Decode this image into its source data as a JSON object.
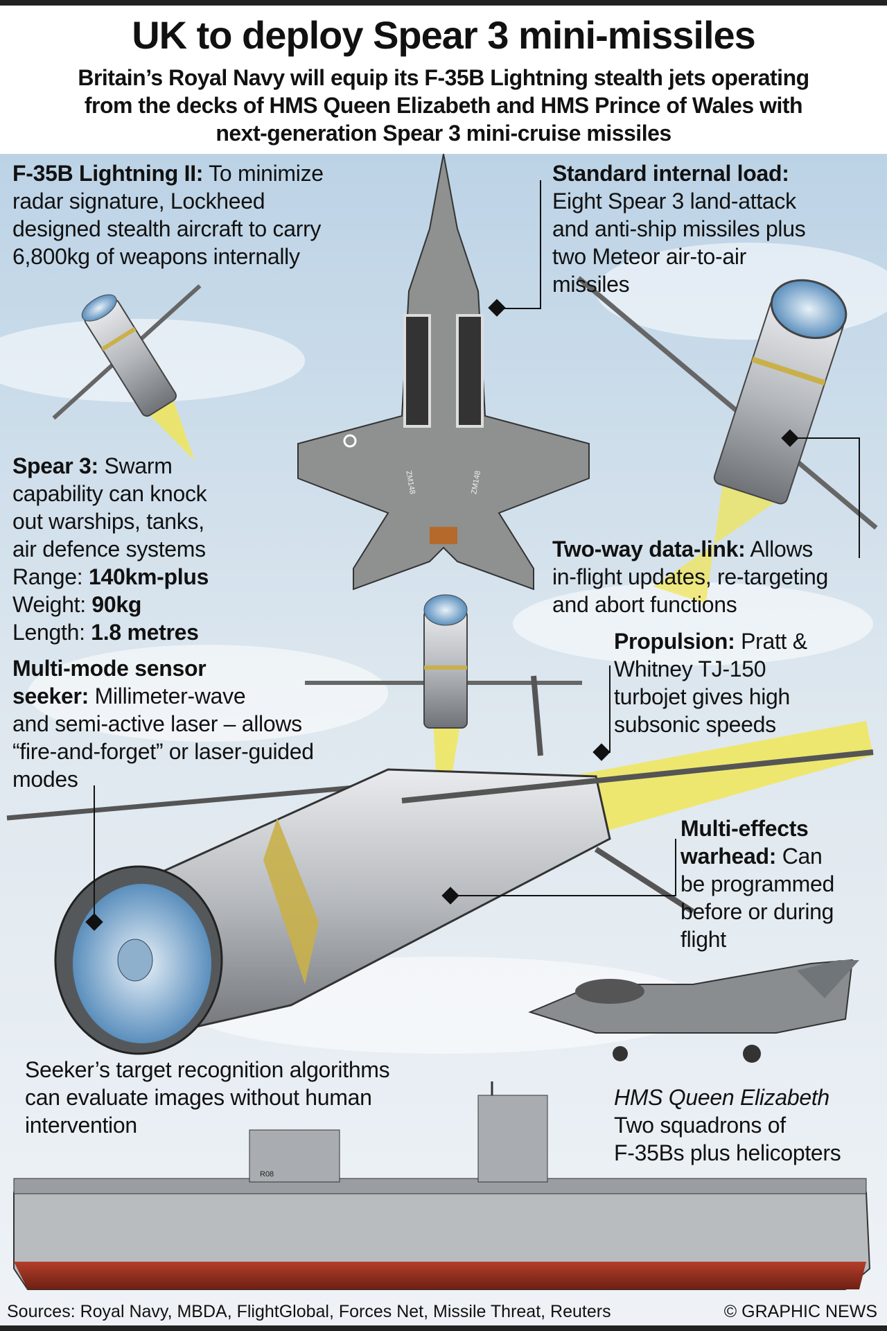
{
  "header": {
    "title": "UK to deploy Spear 3 mini-missiles",
    "subtitle_lines": [
      "Britain’s Royal Navy will equip its F-35B Lightning stealth jets operating",
      "from the decks of HMS Queen Elizabeth and HMS Prince of Wales with",
      "next-generation Spear 3 mini-cruise missiles"
    ]
  },
  "annotations": {
    "f35": {
      "label": "F-35B Lightning II:",
      "text": [
        "To minimize",
        "radar signature, Lockheed",
        "designed stealth aircraft to carry",
        "6,800kg of weapons internally"
      ]
    },
    "load": {
      "label": "Standard internal load:",
      "text": [
        "Eight Spear 3 land-attack",
        "and anti-ship missiles plus",
        "two Meteor air-to-air",
        "missiles"
      ]
    },
    "spear": {
      "label": "Spear 3:",
      "text": [
        "Swarm",
        "capability can knock",
        "out warships, tanks,",
        "air defence systems"
      ],
      "specs": [
        {
          "label": "Range:",
          "value": "140km-plus"
        },
        {
          "label": "Weight:",
          "value": "90kg"
        },
        {
          "label": "Length:",
          "value": "1.8 metres"
        }
      ]
    },
    "seeker": {
      "label": [
        "Multi-mode sensor",
        "seeker:"
      ],
      "text": [
        "Millimeter-wave",
        "and semi-active laser – allows",
        "“fire-and-forget” or laser-guided",
        "modes"
      ]
    },
    "datalink": {
      "label": "Two-way data-link:",
      "text": [
        "Allows",
        "in-flight updates, re-targeting",
        "and abort functions"
      ]
    },
    "propulsion": {
      "label": "Propulsion:",
      "text": [
        "Pratt &",
        "Whitney TJ-150",
        "turbojet gives high",
        "subsonic speeds"
      ]
    },
    "warhead": {
      "label": [
        "Multi-effects",
        "warhead:"
      ],
      "text": [
        "Can",
        "be programmed",
        "before or during",
        "flight"
      ]
    },
    "algorithms": {
      "text": [
        "Seeker’s target recognition algorithms",
        "can evaluate images without human",
        "intervention"
      ]
    },
    "carrier": {
      "name": "HMS Queen Elizabeth",
      "text": [
        "Two squadrons of",
        "F-35Bs plus helicopters"
      ]
    }
  },
  "aircraft_markings": {
    "left_wing": "ZM148",
    "right_wing": "ZM148",
    "ship_number": "R08"
  },
  "footer": {
    "sources": "Sources: Royal Navy, MBDA, FlightGlobal, Forces Net, Missile Threat, Reuters",
    "credit": "© GRAPHIC NEWS"
  },
  "colors": {
    "sky": "#c9d9e8",
    "missile": "#b9bcc0",
    "exhaust": "#f2e85a",
    "hull": "#8c2a1c",
    "band": "#c9b04a"
  }
}
